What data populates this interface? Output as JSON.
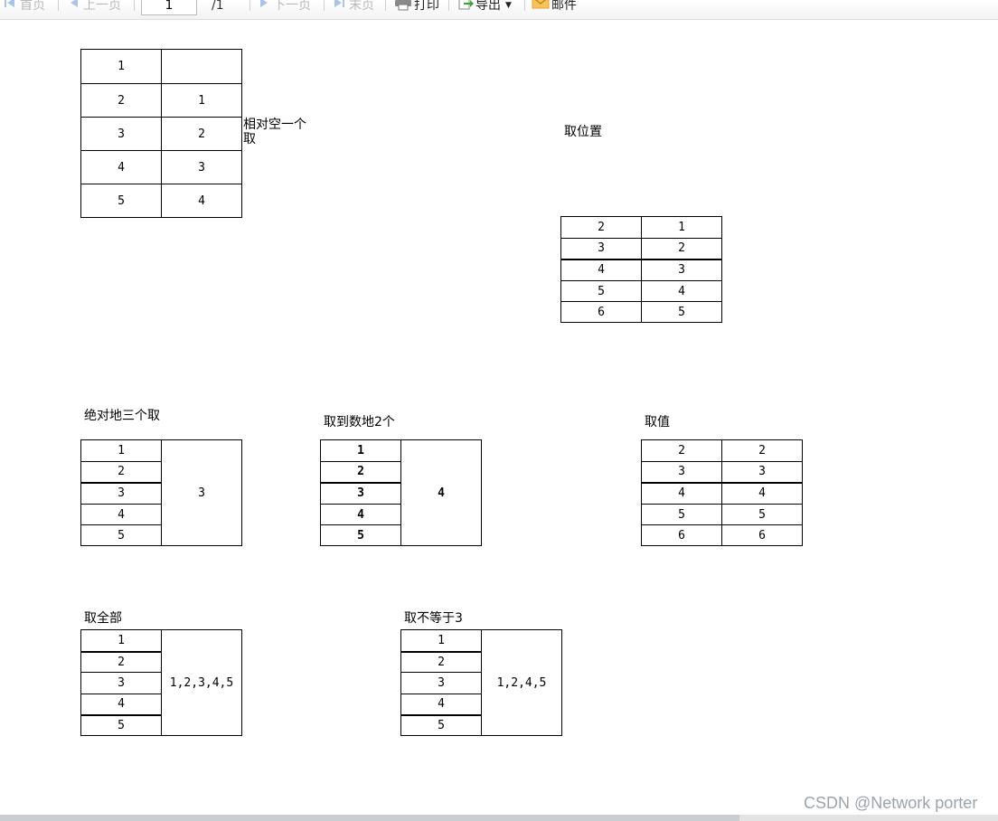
{
  "toolbar": {
    "first_label": "首页",
    "prev_label": "上一页",
    "page_value": "1",
    "page_total": "/1",
    "next_label": "下一页",
    "last_label": "末页",
    "print_label": "打印",
    "export_label": "导出",
    "mail_label": "邮件"
  },
  "report": {
    "t1": {
      "rows": [
        [
          "1",
          ""
        ],
        [
          "2",
          "1"
        ],
        [
          "3",
          "2"
        ],
        [
          "4",
          "3"
        ],
        [
          "5",
          "4"
        ]
      ],
      "caption": "相对空一个取"
    },
    "t2": {
      "caption": "取位置",
      "rows": [
        [
          "2",
          "1"
        ],
        [
          "3",
          "2"
        ],
        [
          "4",
          "3"
        ],
        [
          "5",
          "4"
        ],
        [
          "6",
          "5"
        ]
      ]
    },
    "t3": {
      "caption": "绝对地三个取",
      "left": [
        "1",
        "2",
        "3",
        "4",
        "5"
      ],
      "right": "3"
    },
    "t4": {
      "caption": "取到数地2个",
      "left": [
        "1",
        "2",
        "3",
        "4",
        "5"
      ],
      "right": "4"
    },
    "t5": {
      "caption": "取值",
      "rows": [
        [
          "2",
          "2"
        ],
        [
          "3",
          "3"
        ],
        [
          "4",
          "4"
        ],
        [
          "5",
          "5"
        ],
        [
          "6",
          "6"
        ]
      ]
    },
    "t6": {
      "caption": "取全部",
      "left": [
        "1",
        "2",
        "3",
        "4",
        "5"
      ],
      "right": "1,2,3,4,5"
    },
    "t7": {
      "caption": "取不等于3",
      "left": [
        "1",
        "2",
        "3",
        "4",
        "5"
      ],
      "right": "1,2,4,5"
    }
  },
  "watermark": "CSDN @Network porter",
  "colors": {
    "disabled_text": "#b9b9b9",
    "nav_arrow": "#a9c4e6",
    "export_green": "#3aa63a",
    "mail_orange": "#e8a030"
  }
}
